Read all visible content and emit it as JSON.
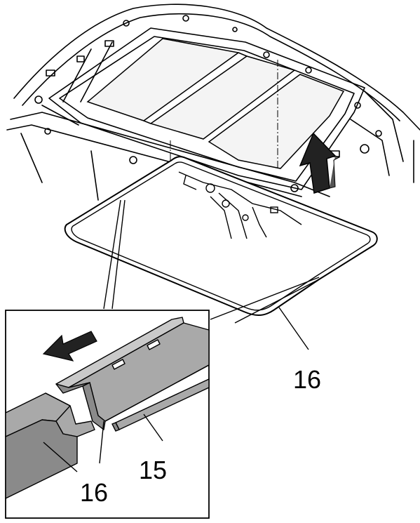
{
  "figure": {
    "callouts": {
      "main_seal": "16",
      "inset_seal": "16",
      "inset_trim": "15"
    },
    "colors": {
      "line": "#000000",
      "background": "#ffffff",
      "glass": "#f4f4f4",
      "seal_dark": "#8a8a8a",
      "seal_mid": "#a9a9a9",
      "seal_light": "#c9c9c9",
      "arrow_up": "#222222"
    },
    "icons": {
      "lift_arrow": "arrow-up-icon",
      "pull_arrow": "arrow-down-left-icon"
    }
  }
}
